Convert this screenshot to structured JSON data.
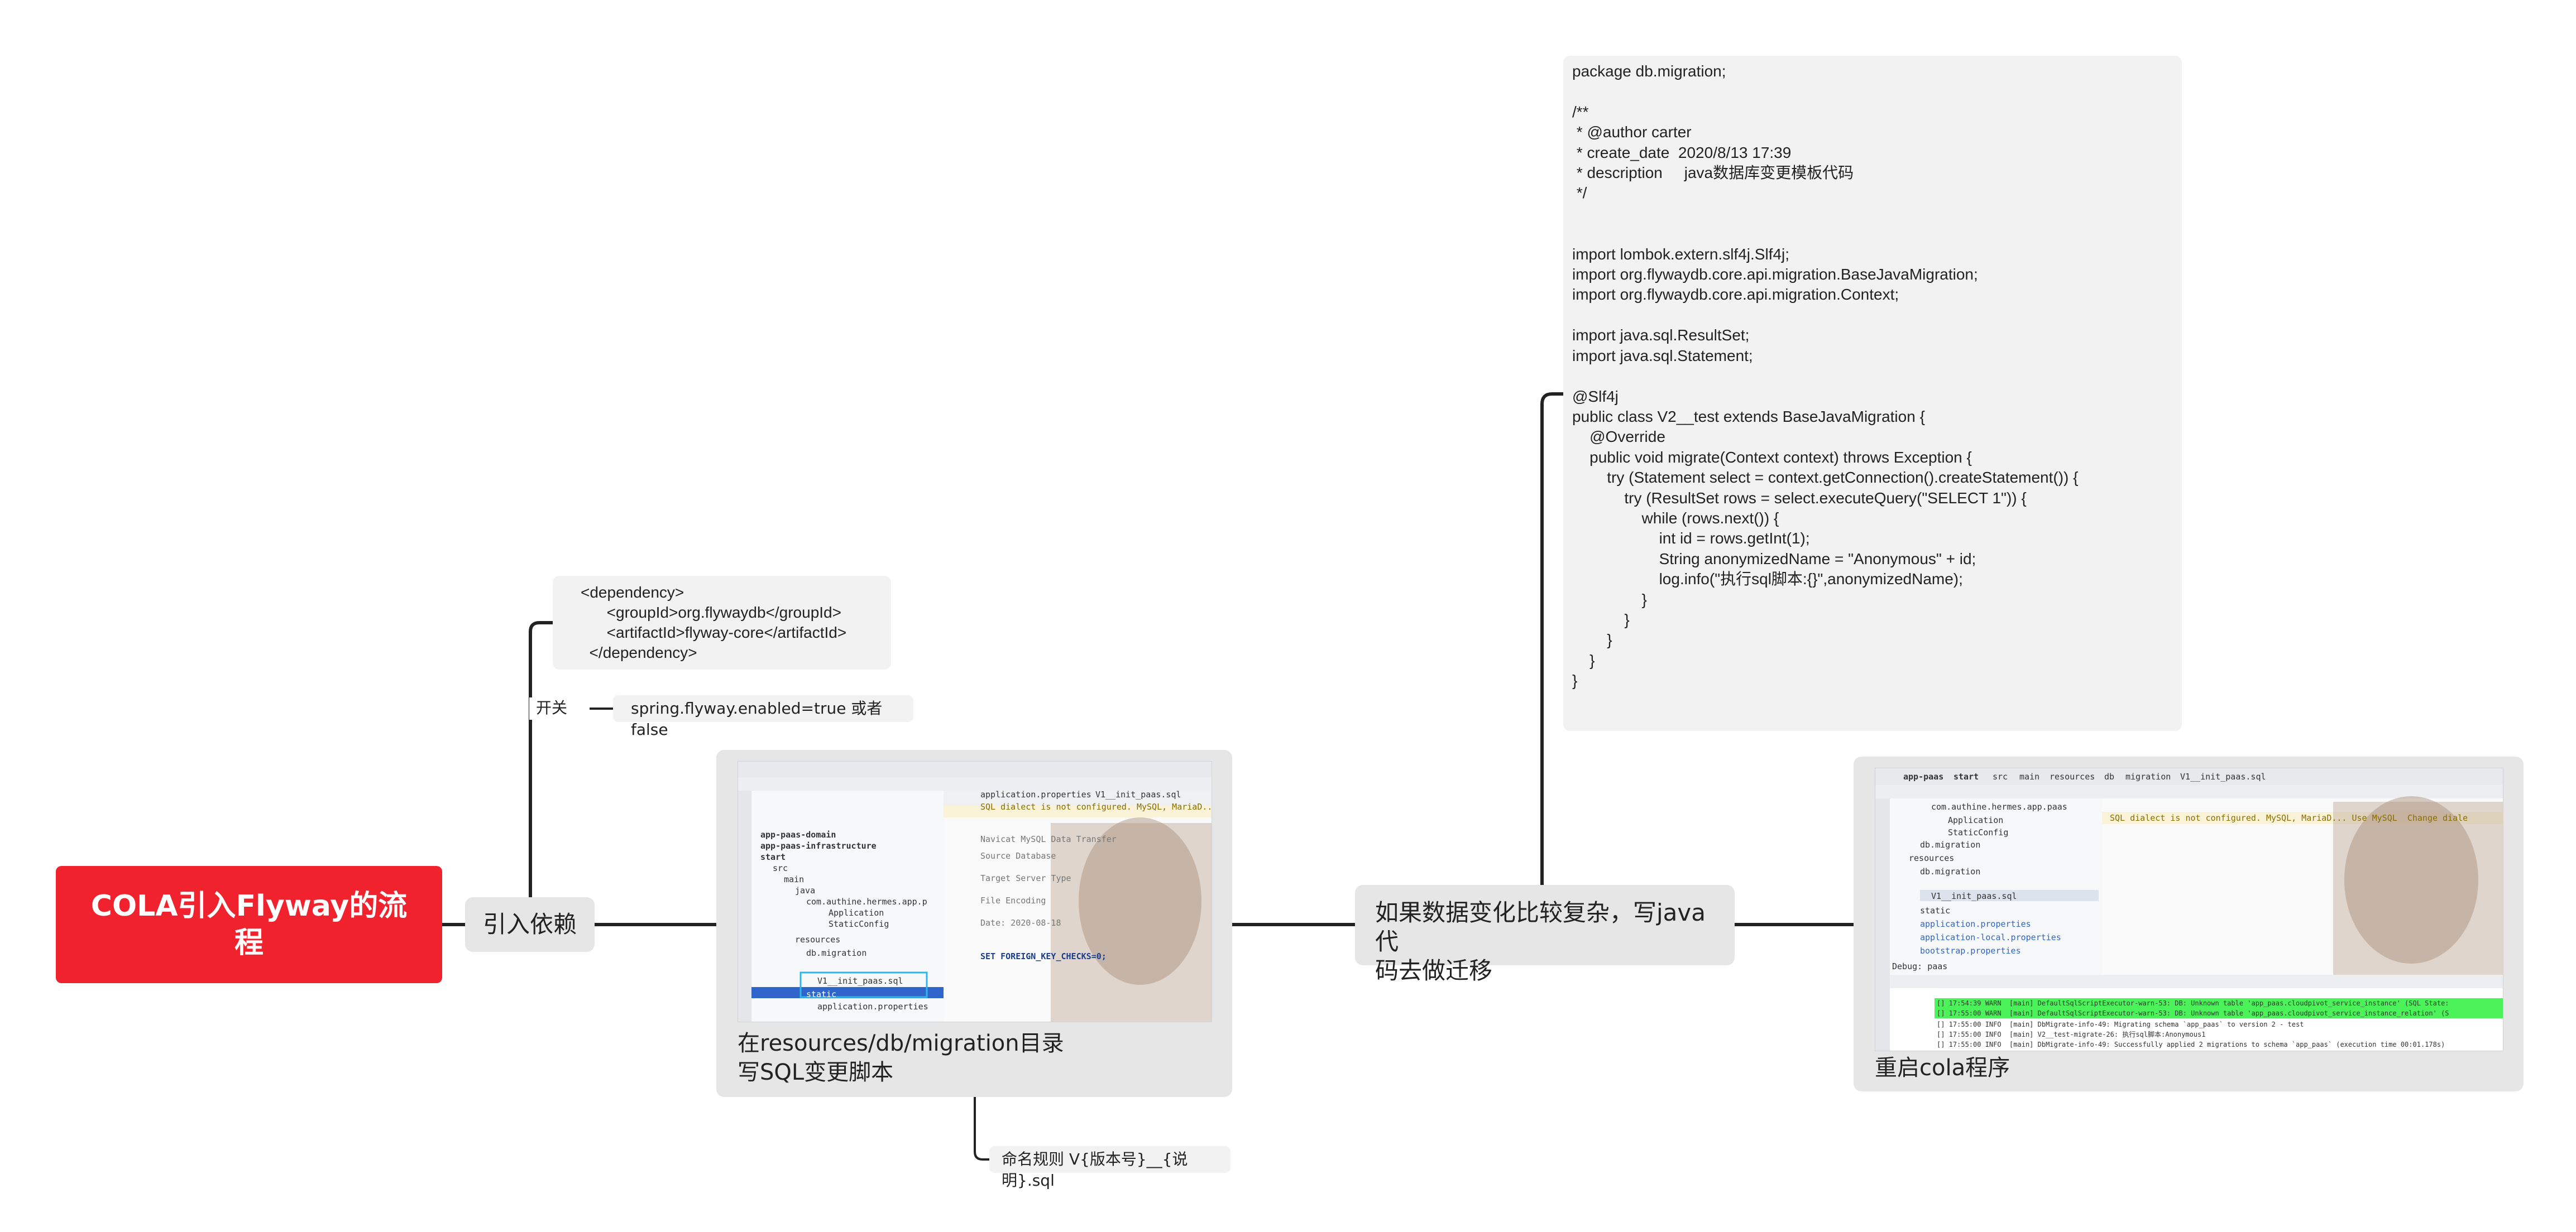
{
  "root": {
    "title": "COLA引入Flyway的流程"
  },
  "branch": {
    "label": "引入依赖",
    "dependency_xml": [
      "<dependency>",
      "      <groupId>org.flywaydb</groupId>",
      "      <artifactId>flyway-core</artifactId>",
      "  </dependency>"
    ],
    "switch": {
      "label": "开关",
      "value": "spring.flyway.enabled=true 或者false"
    }
  },
  "sql_step": {
    "caption_line1": "在resources/db/migration目录",
    "caption_line2": "写SQL变更脚本",
    "naming_rule": "命名规则 V{版本号}__{说明}.sql",
    "screenshot": {
      "tree_items": [
        "app-paas-domain",
        "app-paas-infrastructure",
        "start",
        "src",
        "main",
        "java",
        "com.authine.hermes.app.p",
        "Application",
        "StaticConfig",
        "resources",
        "db.migration",
        "V1__init_paas.sql",
        "static",
        "application.properties"
      ],
      "tabs": [
        "application.properties",
        "V1__init_paas.sql"
      ],
      "warning": "SQL dialect is not configured. MySQL, MariaD...",
      "editor_lines": [
        "Navicat MySQL Data Transfer",
        "Source Database",
        "Target Server Type",
        "File Encoding",
        "Date: 2020-08-18",
        "SET FOREIGN_KEY_CHECKS=0;"
      ]
    }
  },
  "java_step": {
    "label_line1": "如果数据变化比较复杂，写java代",
    "label_line2": "码去做迁移",
    "code": [
      "package db.migration;",
      "",
      "/**",
      " * @author carter",
      " * create_date  2020/8/13 17:39",
      " * description     java数据库变更模板代码",
      " */",
      "",
      "",
      "import lombok.extern.slf4j.Slf4j;",
      "import org.flywaydb.core.api.migration.BaseJavaMigration;",
      "import org.flywaydb.core.api.migration.Context;",
      "",
      "import java.sql.ResultSet;",
      "import java.sql.Statement;",
      "",
      "@Slf4j",
      "public class V2__test extends BaseJavaMigration {",
      "    @Override",
      "    public void migrate(Context context) throws Exception {",
      "        try (Statement select = context.getConnection().createStatement()) {",
      "            try (ResultSet rows = select.executeQuery(\"SELECT 1\")) {",
      "                while (rows.next()) {",
      "                    int id = rows.getInt(1);",
      "                    String anonymizedName = \"Anonymous\" + id;",
      "                    log.info(\"执行sql脚本:{}\",anonymizedName);",
      "                }",
      "            }",
      "        }",
      "    }",
      "}"
    ]
  },
  "restart_step": {
    "caption": "重启cola程序",
    "screenshot": {
      "tabs": [
        "app-paas",
        "start",
        "src",
        "main",
        "resources",
        "db",
        "migration",
        "V1__init_paas.sql"
      ],
      "tree_items": [
        "com.authine.hermes.app.paas",
        "Application",
        "StaticConfig",
        "db.migration",
        "resources",
        "db.migration",
        "V1__init_paas.sql",
        "static",
        "application.properties",
        "application-local.properties",
        "bootstrap.properties",
        "Debug: paas"
      ],
      "warning": "SQL dialect is not configured. MySQL, MariaD... Use MySQL  Change diale",
      "console_lines": [
        "[] 17:54:39 WARN  [main] DefaultSqlScriptExecutor-warn-53: DB: Unknown table 'app_paas.cloudpivot_service_instance' (SQL State:",
        "[] 17:55:00 WARN  [main] DefaultSqlScriptExecutor-warn-53: DB: Unknown table 'app_paas.cloudpivot_service_instance_relation' (S",
        "[] 17:55:00 INFO  [main] DbMigrate-info-49: Migrating schema `app_paas` to version 2 - test",
        "[] 17:55:00 INFO  [main] V2__test-migrate-26: 执行sql脚本:Anonymous1",
        "[] 17:55:00 INFO  [main] DbMigrate-info-49: Successfully applied 2 migrations to schema `app_paas` (execution time 00:01.178s)"
      ]
    }
  },
  "colors": {
    "root": "#f0222e",
    "topic": "#e6e6e6",
    "connector": "#222222",
    "code_bg": "#f2f2f2"
  }
}
